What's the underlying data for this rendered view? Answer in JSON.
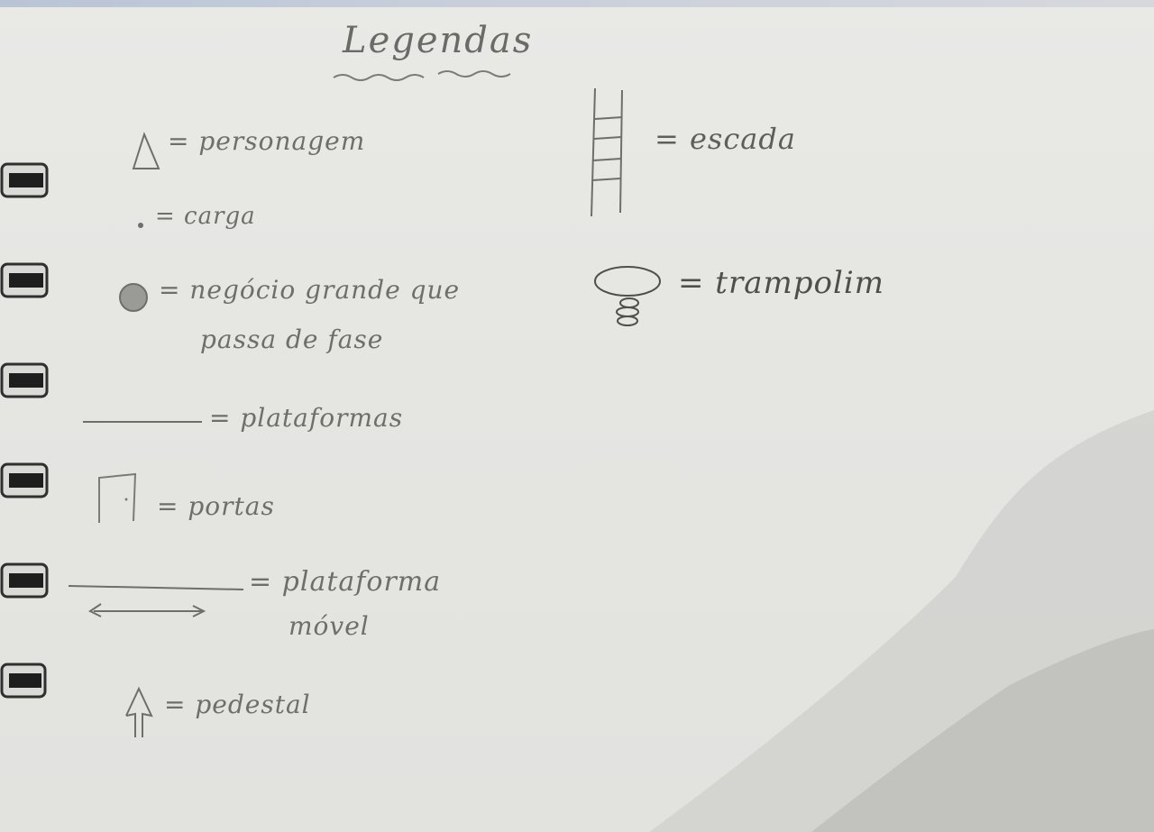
{
  "title": "Legendas",
  "legend": {
    "personagem": "= personagem",
    "carga": "= carga",
    "negocio": "= negócio grande que",
    "negocio_line2": "passa de fase",
    "plataformas": "= plataformas",
    "portas": "= portas",
    "plataforma_movel": "= plataforma",
    "plataforma_movel_line2": "móvel",
    "pedestal": "= pedestal",
    "escada": "= escada",
    "trampolim": "= trampolim"
  },
  "colors": {
    "paper": "#e6e6e3",
    "pencil": "#6e6e6b",
    "ring": "#3a3a3a"
  }
}
